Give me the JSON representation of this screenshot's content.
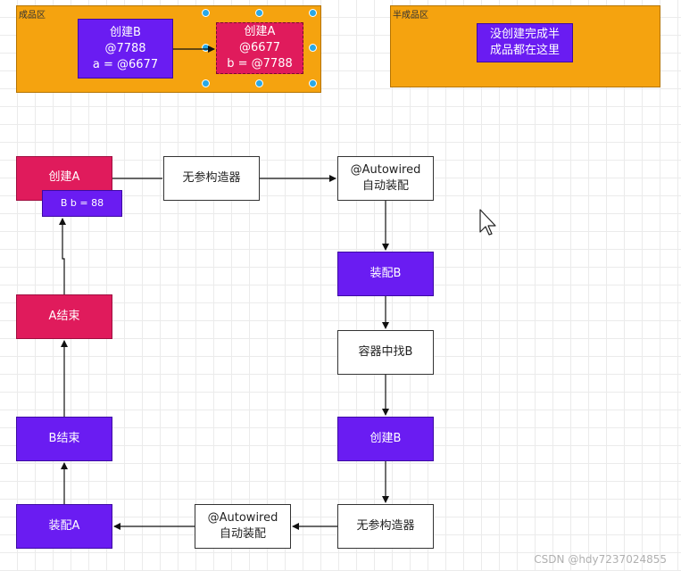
{
  "zones": {
    "finished": {
      "label": "成品区"
    },
    "semi": {
      "label": "半成品区"
    }
  },
  "finished_nodes": {
    "create_b": {
      "lines": [
        "创建B",
        "@7788",
        "a = @6677"
      ]
    },
    "create_a": {
      "lines": [
        "创建A",
        "@6677",
        "b = @7788"
      ]
    }
  },
  "semi_note": {
    "lines": [
      "没创建完成半",
      "成品都在这里"
    ]
  },
  "flow": {
    "create_a": "创建A",
    "bb_label": "B b = 88",
    "ctor_top": "无参构造器",
    "autowired_top": [
      "@Autowired",
      "自动装配"
    ],
    "assemble_b": "装配B",
    "find_b": "容器中找B",
    "create_b": "创建B",
    "ctor_bottom": "无参构造器",
    "autowired_bottom": [
      "@Autowired",
      "自动装配"
    ],
    "assemble_a": "装配A",
    "b_end": "B结束",
    "a_end": "A结束"
  },
  "colors": {
    "zone": "#f5a30f",
    "purple": "#6a1cf2",
    "pink": "#e01b5c",
    "handle": "#29a8e6"
  },
  "cursor_icon": "mouse-pointer-icon",
  "watermark": "CSDN @hdy7237024855"
}
